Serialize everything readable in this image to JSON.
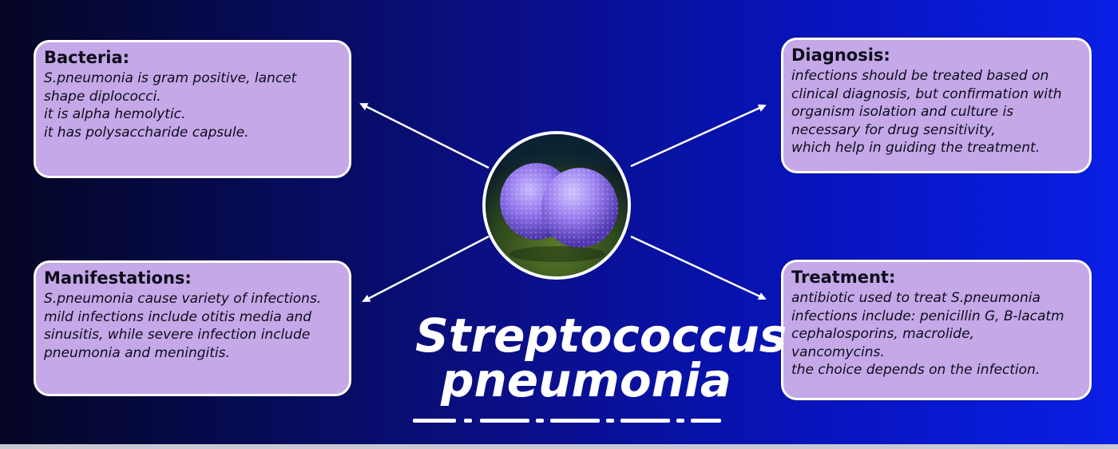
{
  "title": {
    "line1": "Streptococcus",
    "line2": "pneumonia"
  },
  "center_image": {
    "icon": "diplococcus-micrograph-icon",
    "colors": {
      "cell": "#8a6ee8",
      "cell_light": "#b8a4ff",
      "background": "#3a5a20"
    }
  },
  "boxes": {
    "bacteria": {
      "heading": "Bacteria:",
      "body": "S.pneumonia is gram positive, lancet\nshape diplococci.\nit is alpha hemolytic.\nit has polysaccharide capsule."
    },
    "diagnosis": {
      "heading": "Diagnosis:",
      "body": "infections should be treated based on\nclinical diagnosis, but confirmation with\norganism isolation and culture is\nnecessary for drug sensitivity,\nwhich help in guiding the treatment."
    },
    "manifestations": {
      "heading": "Manifestations:",
      "body": "S.pneumonia cause variety of infections.\nmild infections include otitis media and\nsinusitis, while severe infection include\npneumonia and meningitis."
    },
    "treatment": {
      "heading": "Treatment:",
      "body": "antibiotic used to treat S.pneumonia\ninfections include: penicillin G, B-lacatm\ncephalosporins, macrolide,\nvancomycins.\nthe choice depends on the infection."
    }
  },
  "colors": {
    "box_fill": "#c4a8e8",
    "box_border": "#ffffff",
    "arrow": "#ffffff"
  }
}
